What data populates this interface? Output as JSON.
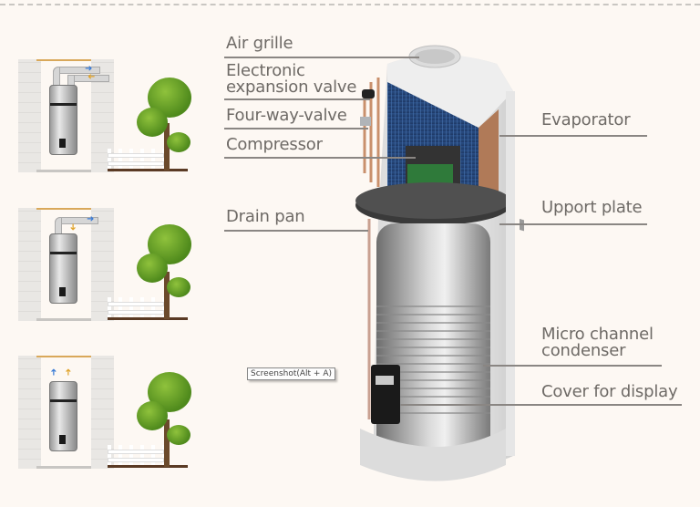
{
  "labels": {
    "air_grille": "Air grille",
    "electronic_line1": "Electronic",
    "electronic_line2": "expansion valve",
    "four_way_valve": "Four-way-valve",
    "compressor": "Compressor",
    "drain_pan": "Drain pan",
    "evaporator": "Evaporator",
    "support_plate": "Upport plate",
    "micro_line1": "Micro channel",
    "micro_line2": "condenser",
    "cover_display": "Cover for display"
  },
  "scenes": [
    {
      "name": "ducted-in-out",
      "arrows": [
        "out-blue",
        "in-yellow"
      ]
    },
    {
      "name": "ducted-out",
      "arrows": [
        "out-blue",
        "in-yellow-top"
      ]
    },
    {
      "name": "indoor-air",
      "arrows": [
        "up-blue",
        "up-yellow"
      ]
    }
  ],
  "tooltip": "Screenshot(Alt + A)",
  "colors": {
    "background": "#fdf8f3",
    "label_text": "#6e6a66",
    "leader_line": "#8a8683",
    "arrow_blue": "#3a7bd5",
    "arrow_yellow": "#e0a32a",
    "tree_green": "#6aa52c"
  }
}
